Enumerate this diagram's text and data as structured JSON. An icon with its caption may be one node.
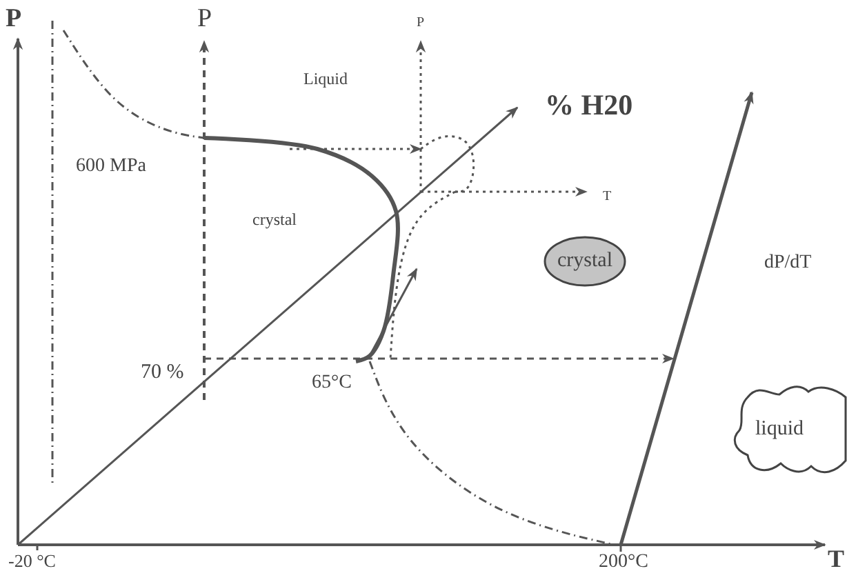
{
  "diagram": {
    "nodes": [
      {
        "text": [
          "crystal"
        ]
      },
      {
        "text": [
          "liquid"
        ]
      }
    ],
    "labels": [
      "P",
      "P",
      "P",
      "Liquid",
      "% H20",
      "600 MPa",
      "crystal",
      "T",
      "dP/dT",
      "70 %",
      "65°C",
      "-20 °C",
      "200°C",
      "T"
    ]
  }
}
